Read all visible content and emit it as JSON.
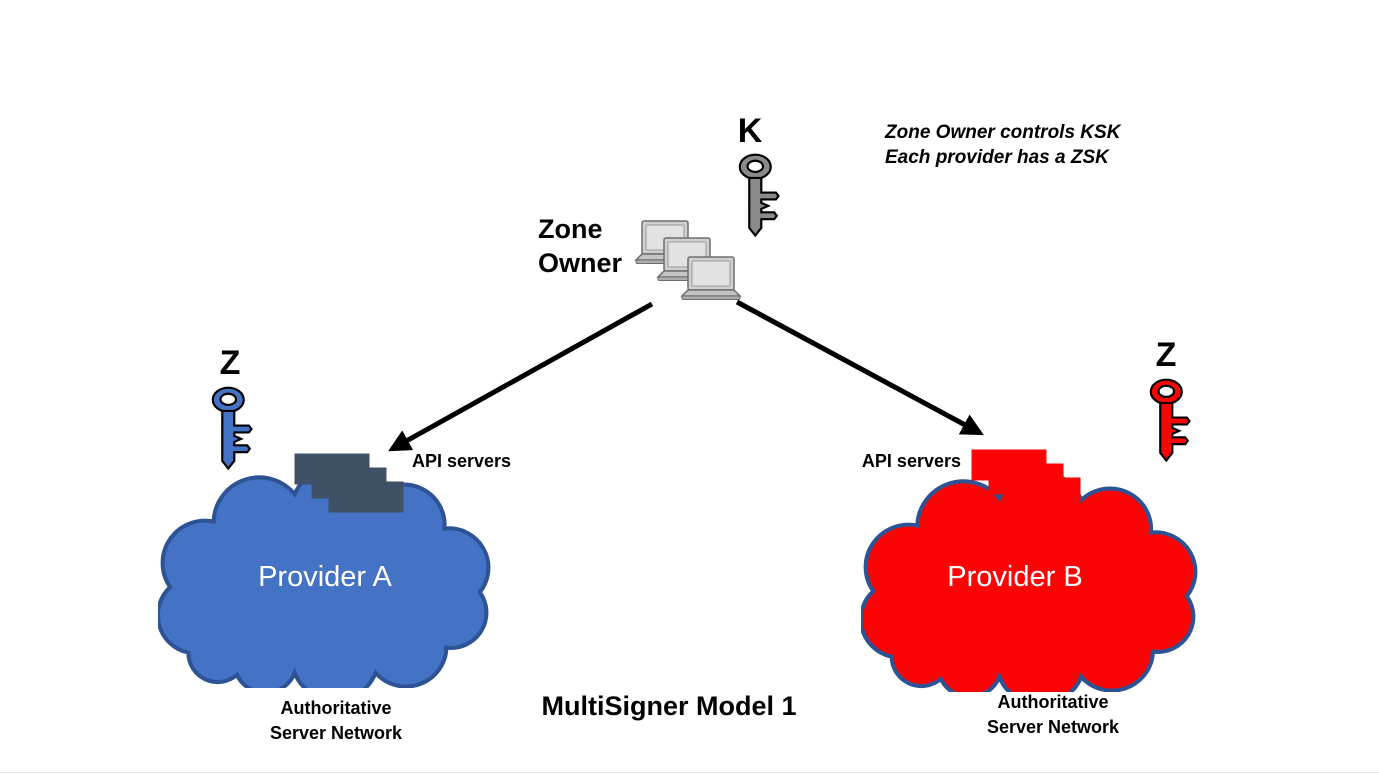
{
  "title": "MultiSigner Model 1",
  "annotation": {
    "line1": "Zone Owner controls KSK",
    "line2": "Each provider has a ZSK"
  },
  "zone_owner": {
    "label_line1": "Zone",
    "label_line2": "Owner",
    "key_label": "K"
  },
  "provider_a": {
    "key_label": "Z",
    "api_servers_label": "API servers",
    "cloud_label": "Provider A",
    "caption_line1": "Authoritative",
    "caption_line2": "Server Network"
  },
  "provider_b": {
    "key_label": "Z",
    "api_servers_label": "API servers",
    "cloud_label": "Provider B",
    "caption_line1": "Authoritative",
    "caption_line2": "Server Network"
  },
  "colors": {
    "ksk_key": "#8a8a8a",
    "zsk_key_a": "#4472c4",
    "zsk_key_b": "#fb0404",
    "cloud_a_fill": "#4472c4",
    "cloud_a_stroke": "#2e5395",
    "cloud_b_fill": "#fb0404",
    "cloud_b_stroke": "#2e5395",
    "api_server_a": "#3e5166",
    "api_server_b": "#fb0404",
    "arrow": "#000000"
  }
}
